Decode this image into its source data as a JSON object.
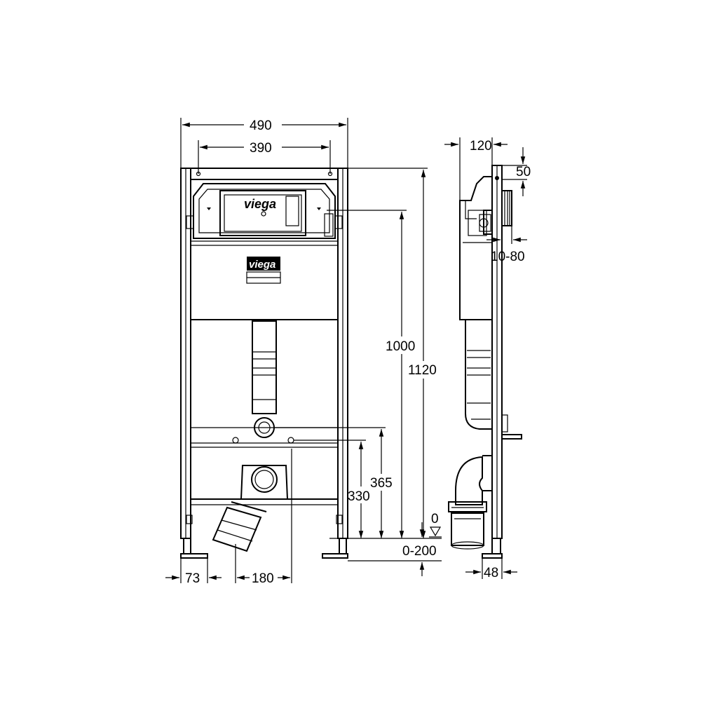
{
  "front_view": {
    "dim_width_total": "490",
    "dim_width_holes": "390",
    "dim_height_total": "1120",
    "dim_height_flush": "1000",
    "dim_height_365": "365",
    "dim_height_330": "330",
    "dim_foot": "73",
    "dim_outlet": "180",
    "dim_floor_zero": "0",
    "dim_floor_adjust": "0-200",
    "logo_text": "viega"
  },
  "side_view": {
    "dim_depth": "120",
    "dim_top": "50",
    "dim_plate": "10-80",
    "dim_foot": "48"
  }
}
